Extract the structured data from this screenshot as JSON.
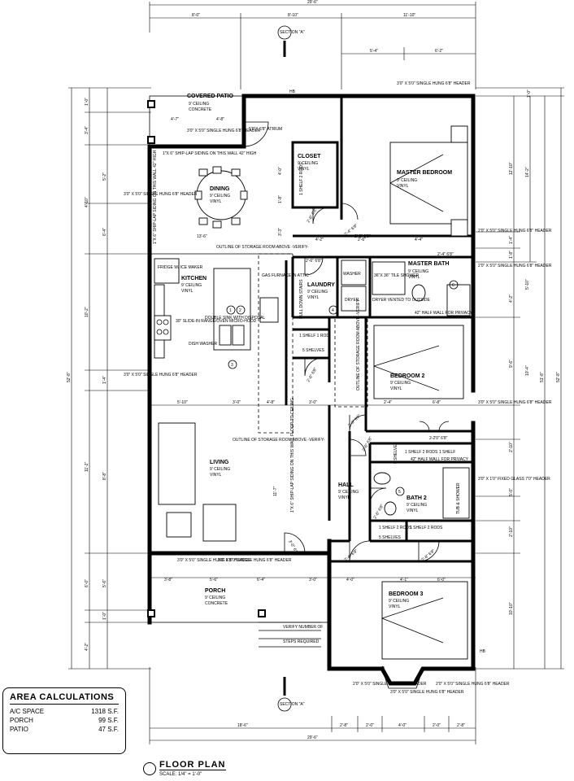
{
  "title": "FLOOR PLAN",
  "scale": "SCALE: 1/4\" = 1'-0\"",
  "section_marker": "SECTION \"A\"",
  "area": {
    "title": "AREA CALCULATIONS",
    "rows": [
      {
        "label": "A/C SPACE",
        "value": "1318 S.F."
      },
      {
        "label": "PORCH",
        "value": "99 S.F."
      },
      {
        "label": "PATIO",
        "value": "47 S.F."
      }
    ]
  },
  "rooms": {
    "patio": "COVERED PATIO",
    "patio_ceiling": "9' CEILING",
    "patio_floor": "CONCRETE",
    "dining": "DINING",
    "dining_ceiling": "9' CEILING",
    "dining_floor": "VINYL",
    "kitchen": "KITCHEN",
    "kitchen_ceiling": "9' CEILING",
    "kitchen_floor": "VINYL",
    "living": "LIVING",
    "living_ceiling": "9' CEILING",
    "living_floor": "VINYL",
    "porch": "PORCH",
    "porch_ceiling": "9' CEILING",
    "porch_floor": "CONCRETE",
    "master_bedroom": "MASTER BEDROOM",
    "master_bedroom_ceiling": "9' CEILING",
    "master_bedroom_floor": "VINYL",
    "master_bath": "MASTER BATH",
    "master_bath_ceiling": "9' CEILING",
    "master_bath_floor": "VINYL",
    "laundry": "LAUNDRY",
    "laundry_ceiling": "9' CEILING",
    "laundry_floor": "VINYL",
    "bedroom2": "BEDROOM 2",
    "bedroom2_ceiling": "9' CEILING",
    "bedroom2_floor": "VINYL",
    "hall": "HALL",
    "hall_ceiling": "9' CEILING",
    "hall_floor": "VINYL",
    "bath2": "BATH 2",
    "bath2_ceiling": "9' CEILING",
    "bath2_floor": "VINYL",
    "bedroom3": "BEDROOM 3",
    "bedroom3_ceiling": "9' CEILING",
    "bedroom3_floor": "VINYL",
    "closet": "CLOSET",
    "closet_ceiling": "9' CEILING",
    "closet_floor": "VINYL"
  },
  "notes": {
    "shiplap_top": "1\"X 6\" SHIP-LAP SIDING ON THIS WALL 42\" HIGH",
    "shiplap_left": "1\"X 6\" SHIP-LAP SIDING ON THIS WALL 42\" HIGH",
    "shiplap_center": "1\"X 6\" SHIP-LAP SIDING ON THIS WALL FLOOR TO CEILING",
    "storage_kitchen": "OUTLINE OF STORAGE ROOM ABOVE -VERIFY-",
    "storage_living": "OUTLINE OF STORAGE ROOM ABOVE -VERIFY-",
    "storage_bed2": "OUTLINE OF STORAGE ROOM ABOVE -VERIFY-",
    "gas_furnace": "GAS FURNACE IN ATTIC",
    "pull_down_stairs": "PULL DOWN STAIRS",
    "fridge": "FRIDGE W/ ICE MAKER",
    "range": "30\" SLIDE-IN RANGE/OVEN MICRO-HOOD",
    "sink": "DOUBLE SINK WITH DISPOSAL",
    "dishwasher": "DISH WASHER",
    "washer": "WASHER",
    "dryer": "DRYER",
    "dryer_vent": "DRYER VENTED TO OUTSIDE",
    "tile_shower": "36\"X 36\" TILE SHOWER",
    "tub_shower": "TUB & SHOWER",
    "shelf_rod_1": "1 SHELF 1 ROD",
    "shelves_5a": "5 SHELVES",
    "shelves_5b": "5 SHELVES",
    "shelves_5c": "5 SHELVES",
    "shelf_2rods_a": "1 SHELF 2 RODS",
    "shelf_2rods_b": "1 SHELF 2 RODS",
    "shelf_2rods_c": "1 SHELF 2 RODS",
    "shelf_1": "1 SHELF",
    "shelf_2rods_closet": "1 SHELF 2 RODS",
    "half_wall_a": "42\" HALF WALL FOR PRIVACY",
    "half_wall_b": "42\" HALF WALL FOR PRIVACY",
    "verify_steps": "VERIFY NUMBER OF",
    "steps_required": "STEPS REQUIRED",
    "hb": "HB"
  },
  "windows": {
    "w_top": "3'0\" X 5'0\" SINGLE HUNG 6'8\" HEADER",
    "w_patio": "3'0\" X 5'0\" SINGLE HUNG 6'8\" HEADER",
    "w_atrium": "5'0\"X 6'8\" ATRIUM",
    "w_dining": "3'0\" X 5'0\" SINGLE HUNG 6'8\" HEADER",
    "w_master_r": "2'0\" X 5'0\" SINGLE HUNG 6'8\" HEADER",
    "w_mbath_r": "2'0\" X 5'0\" SINGLE HUNG 6'8\" HEADER",
    "w_kitchen_l": "3'0\" X 5'0\" SINGLE HUNG 6'8\" HEADER",
    "w_bed2_r": "3'0\" X 5'0\" SINGLE HUNG 6'8\" HEADER",
    "w_bath2_r": "3'0\" X 1'0\" FIXED GLASS 7'0\" HEADER",
    "w_living_a": "3'0\" X 5'0\" SINGLE HUNG 6'8\" HEADER",
    "w_living_b": "3'0\" X 5'0\" SINGLE HUNG 6'8\" HEADER",
    "w_bay_l": "2'0\" X 5'0\" SINGLE HUNG 6'8\" HEADER",
    "w_bay_c": "3'0\" X 5'0\" SINGLE HUNG 6'8\" HEADER",
    "w_bay_r": "2'0\" X 5'0\" SINGLE HUNG 6'8\" HEADER"
  },
  "doors": {
    "d1": "2'-4\" 6'8\"",
    "d2": "2'-6\" 6'8\"",
    "d3": "2'-6\" 6'8\"",
    "d4": "2'-6\" 6'8\"",
    "d5": "2'-6\" 6'8\"",
    "d6": "2'-4\" 6'8\"",
    "d7": "2-2'0\" 6'8\"",
    "d8": "2'-6\" 6'8\"",
    "d9": "3'-0\" 6'8\"",
    "d10": "2'-6\" 6'8\"",
    "d11": "2'-4\" 6'8\"",
    "d12": "2'-8\" 6'8\"",
    "d13": "2'-8\" 6'8\""
  },
  "tags": [
    "1",
    "2",
    "3",
    "4",
    "5",
    "6"
  ],
  "dims": {
    "top_overall": "29'-6\"",
    "top_a": "8'-0\"",
    "top_b": "8'-10\"",
    "top_c": "11'-10\"",
    "top_d": "5'-4\"",
    "top_e": "6'-2\"",
    "bot_overall": "29'-6\"",
    "bot_a": "18'-6\"",
    "bot_b": "2'-8\"",
    "bot_c": "2'-0\"",
    "bot_d": "4'-0\"",
    "bot_e": "2'-0\"",
    "bot_f": "2'-8\"",
    "left_overall": "52'-8\"",
    "left_a": "1'-0\"",
    "left_b": "3'-4\"",
    "left_c": "5'-2\"",
    "left_d": "4'-10\"",
    "left_e": "6'-4\"",
    "left_f": "10'-2\"",
    "left_g": "1'-4\"",
    "left_h": "11'-2\"",
    "left_i": "8'-8\"",
    "left_j": "5'-6\"",
    "left_k": "1'-0\"",
    "left_l": "4'-2\"",
    "left_m": "6'-0\"",
    "right_overall": "52'-8\"",
    "right_all": "51'-8\"",
    "right_a": "1'-0\"",
    "right_b": "12'-10\"",
    "right_c": "14'-2\"",
    "right_d": "1'-4\"",
    "right_e": "1'-8\"",
    "right_f": "5'-10\"",
    "right_g": "4'-2\"",
    "right_h": "9'-6\"",
    "right_i": "10'-4\"",
    "right_j": "2'-10\"",
    "right_k": "5'-0\"",
    "right_l": "2'-10\"",
    "right_m": "10'-10\"",
    "mid_a": "5'-10\"",
    "mid_b": "3'-0\"",
    "mid_c": "4'-8\"",
    "mid_d": "3'-0\"",
    "mid_e": "2'-4\"",
    "mid_f": "6'-8\"",
    "patio_a": "4'-7\"",
    "patio_b": "4'-8\"",
    "dining_w": "13'-6\"",
    "mb_a": "4'-2\"",
    "mb_b": "2'-6\"",
    "mb_c": "4'-4\"",
    "porch_a": "3'-8\"",
    "porch_b": "5'-6\"",
    "porch_c": "6'-4\"",
    "porch_d": "3'-0\"",
    "br3_a": "4'-0\"",
    "br3_b": "4'-1\"",
    "br3_c": "6'-0\"",
    "living_h": "11'-7\"",
    "closet_a": "4'-0\"",
    "closet_b": "1'-8\"",
    "closet_c": "3'-3\""
  }
}
